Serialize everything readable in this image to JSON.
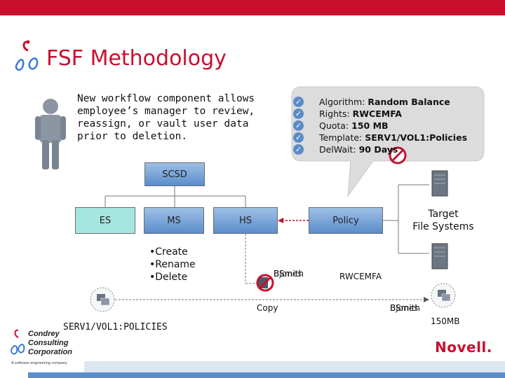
{
  "header": {
    "title": "FSF Methodology"
  },
  "description": "New workflow component allows employee’s manager to review, reassign, or vault user data prior to deletion.",
  "policy_callout": {
    "lines": [
      {
        "label": "Algorithm: ",
        "value": "Random Balance"
      },
      {
        "label": "Rights: ",
        "value": "RWCEMFA"
      },
      {
        "label": "Quota: ",
        "value": "150 MB"
      },
      {
        "label": "Template: ",
        "value": "SERV1/VOL1:Policies"
      },
      {
        "label": "DelWait: ",
        "value": "90 Days"
      }
    ]
  },
  "nodes": {
    "scsd": "SCSD",
    "es": "ES",
    "ms": "MS",
    "hs": "HS",
    "policy": "Policy"
  },
  "ms_actions": [
    "•Create",
    "•Rename",
    "•Delete"
  ],
  "target": {
    "line1": "Target",
    "line2": "File Systems"
  },
  "labels": {
    "bsmith_1": "BSmith",
    "bjones_1": "BJones",
    "rights": "RWCEMFA",
    "copy": "Copy",
    "bsmith_2": "BSmith",
    "bjones_2": "BJones",
    "quota": "150MB",
    "source_path": "SERV1/VOL1:POLICIES"
  },
  "company": {
    "line1": "Condrey",
    "line2": "Consulting",
    "line3": "Corporation",
    "tagline": "A software engineering company"
  },
  "brand": "Novell.",
  "colors": {
    "accent_red": "#c8102e",
    "box_blue": "#5b8dcb",
    "es_cyan": "#a6e6e0"
  }
}
